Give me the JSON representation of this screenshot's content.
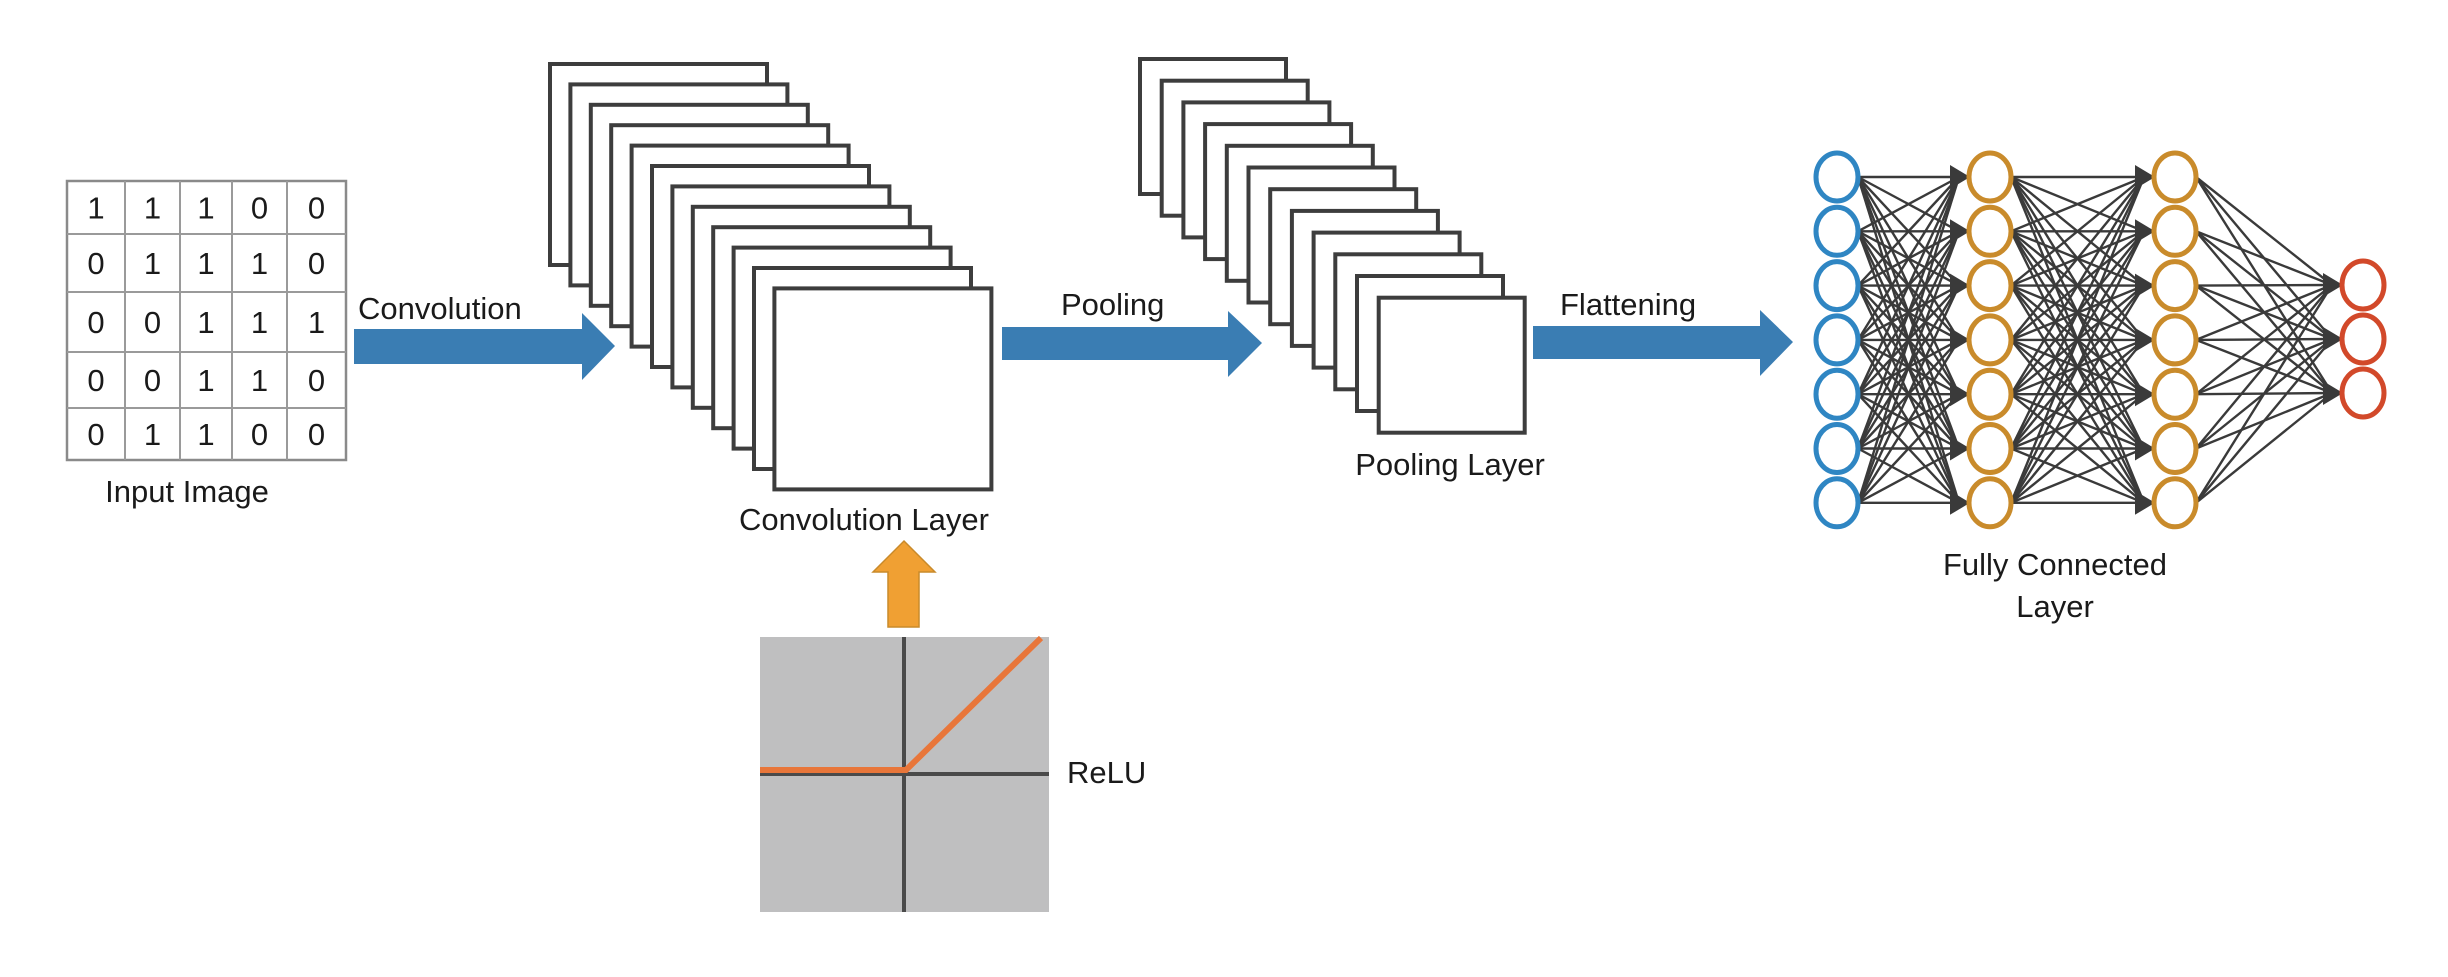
{
  "input_image": {
    "label": "Input Image",
    "matrix": [
      [
        "1",
        "1",
        "1",
        "0",
        "0"
      ],
      [
        "0",
        "1",
        "1",
        "1",
        "0"
      ],
      [
        "0",
        "0",
        "1",
        "1",
        "1"
      ],
      [
        "0",
        "0",
        "1",
        "1",
        "0"
      ],
      [
        "0",
        "1",
        "1",
        "0",
        "0"
      ]
    ]
  },
  "arrows": {
    "convolution": "Convolution",
    "pooling": "Pooling",
    "flattening": "Flattening"
  },
  "convolution_layer": {
    "label": "Convolution Layer",
    "feature_maps": 12
  },
  "pooling_layer": {
    "label": "Pooling Layer",
    "feature_maps": 12
  },
  "activation": {
    "label": "ReLU"
  },
  "fully_connected": {
    "label_line1": "Fully Connected",
    "label_line2": "Layer",
    "layers": [
      {
        "role": "input",
        "neurons": 7,
        "color": "#2f86c3"
      },
      {
        "role": "hidden",
        "neurons": 7,
        "color": "#c98b2b"
      },
      {
        "role": "hidden",
        "neurons": 7,
        "color": "#c98b2b"
      },
      {
        "role": "output",
        "neurons": 3,
        "color": "#d2492a"
      }
    ]
  },
  "colors": {
    "flow_arrow": "#3a7db3",
    "relu_arrow": "#f0a033",
    "relu_curve": "#e8763a",
    "relu_bg": "#bfbfc0",
    "frame_stroke": "#3d3d3d",
    "edge": "#3a3a3a"
  }
}
